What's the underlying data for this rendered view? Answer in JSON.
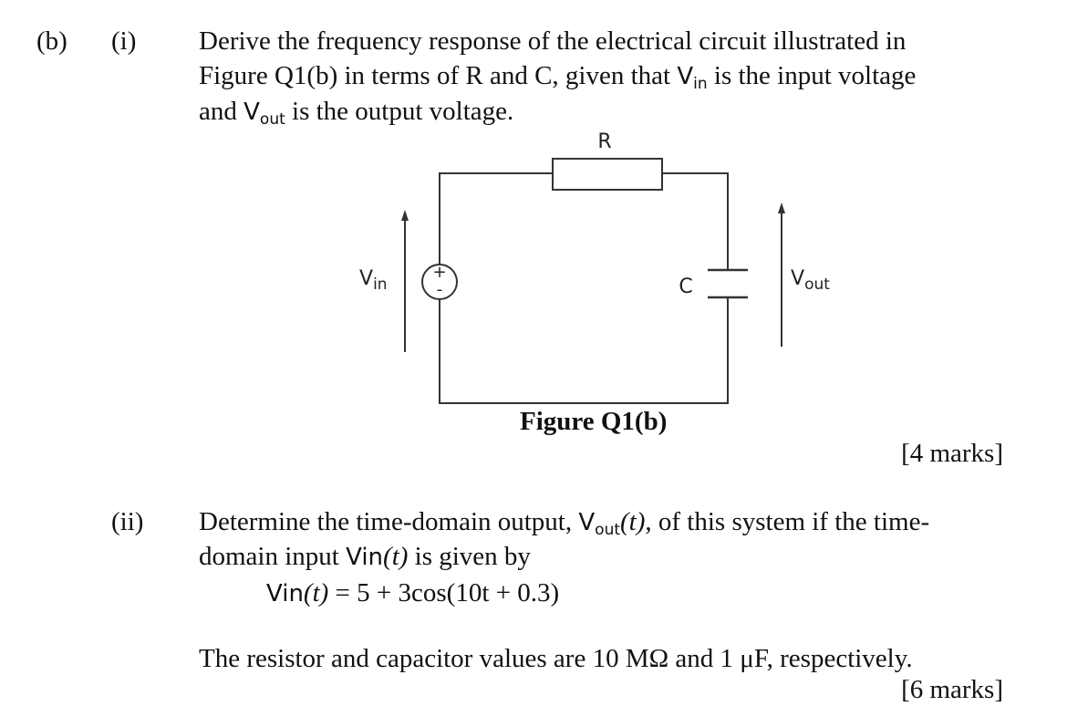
{
  "part_b": {
    "label": "(b)",
    "sub_i": {
      "label": "(i)",
      "line1": "Derive the frequency response of the electrical circuit illustrated in",
      "line2_prefix": "Figure Q1(b) in terms of R and C, given that ",
      "vin_v": "V",
      "vin_sub": "in",
      "line2_suffix": " is the input voltage",
      "line3_prefix": "and ",
      "vout_v": "V",
      "vout_sub": "out",
      "line3_suffix": " is the output voltage.",
      "marks": "[4 marks]"
    },
    "figure": {
      "resistor_label": "R",
      "capacitor_label": "C",
      "vin_label": "V",
      "vin_label_sub": "in",
      "vout_label": "V",
      "vout_label_sub": "out",
      "source_plus": "+",
      "source_minus": "-",
      "caption": "Figure Q1(b)"
    },
    "sub_ii": {
      "label": "(ii)",
      "line1_prefix": "Determine the time-domain output, ",
      "vout_v": "V",
      "vout_sub": "out",
      "line1_t": "(t)",
      "line1_suffix": ", of this system if the time-",
      "line2_prefix": "domain input ",
      "line2_vin": "Vin",
      "line2_t": "(t)",
      "line2_suffix": " is given by",
      "eq_vin": "Vin",
      "eq_t": "(t)",
      "eq_rhs": " = 5 + 3cos(10t + 0.3)",
      "line3": "The resistor and capacitor values are 10 MΩ and 1 μF, respectively.",
      "marks": "[6 marks]"
    }
  }
}
